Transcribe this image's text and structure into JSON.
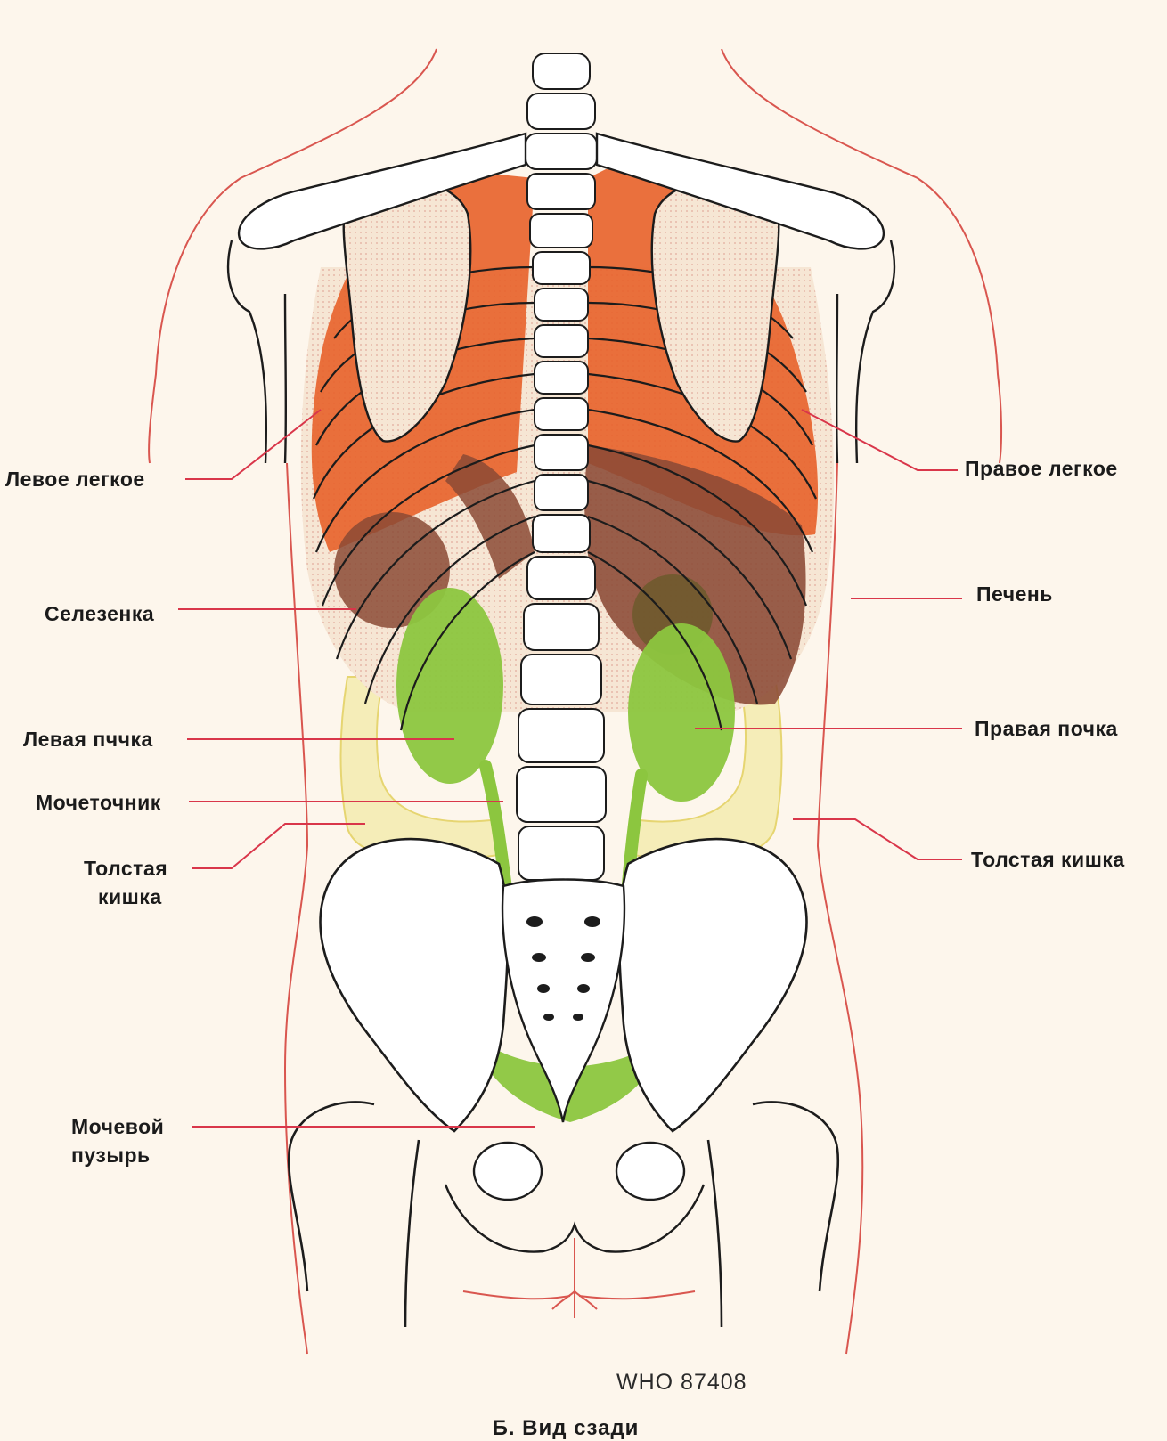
{
  "labels": {
    "left_lung": "Левое легкое",
    "right_lung": "Правое легкое",
    "liver": "Печень",
    "spleen": "Селезенка",
    "left_kidney": "Левая пччка",
    "right_kidney": "Правая почка",
    "ureter": "Мочеточник",
    "colon_left_1": "Толстая",
    "colon_left_2": "кишка",
    "colon_right": "Толстая кишка",
    "bladder_1": "Мочевой",
    "bladder_2": "пузырь"
  },
  "reference_code": "WHO 87408",
  "caption": "Б. Вид сзади",
  "colors": {
    "background": "#fdf6ec",
    "lungs": "#e8622a",
    "liver_spleen": "#8b4a35",
    "kidneys": "#8cc63f",
    "colon": "#f2e27a",
    "skin_outline": "#d9564f",
    "leader_lines": "#d9364a",
    "bone": "#ffffff",
    "bone_outline": "#1c1c1c"
  }
}
